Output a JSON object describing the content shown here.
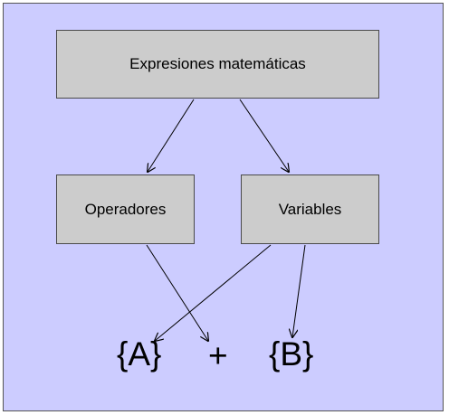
{
  "nodes": {
    "main": "Expresiones matemáticas",
    "operators": "Operadores",
    "variables": "Variables"
  },
  "symbols": {
    "a": "{A}",
    "plus": "+",
    "b": "{B}"
  },
  "colors": {
    "background": "#ccccff",
    "box_fill": "#cccccc",
    "box_border": "#4a4a4a",
    "line": "#000000"
  },
  "edges": [
    {
      "from": "main",
      "to": "operators"
    },
    {
      "from": "main",
      "to": "variables"
    },
    {
      "from": "operators",
      "to": "plus"
    },
    {
      "from": "variables",
      "to": "a"
    },
    {
      "from": "variables",
      "to": "b"
    }
  ]
}
